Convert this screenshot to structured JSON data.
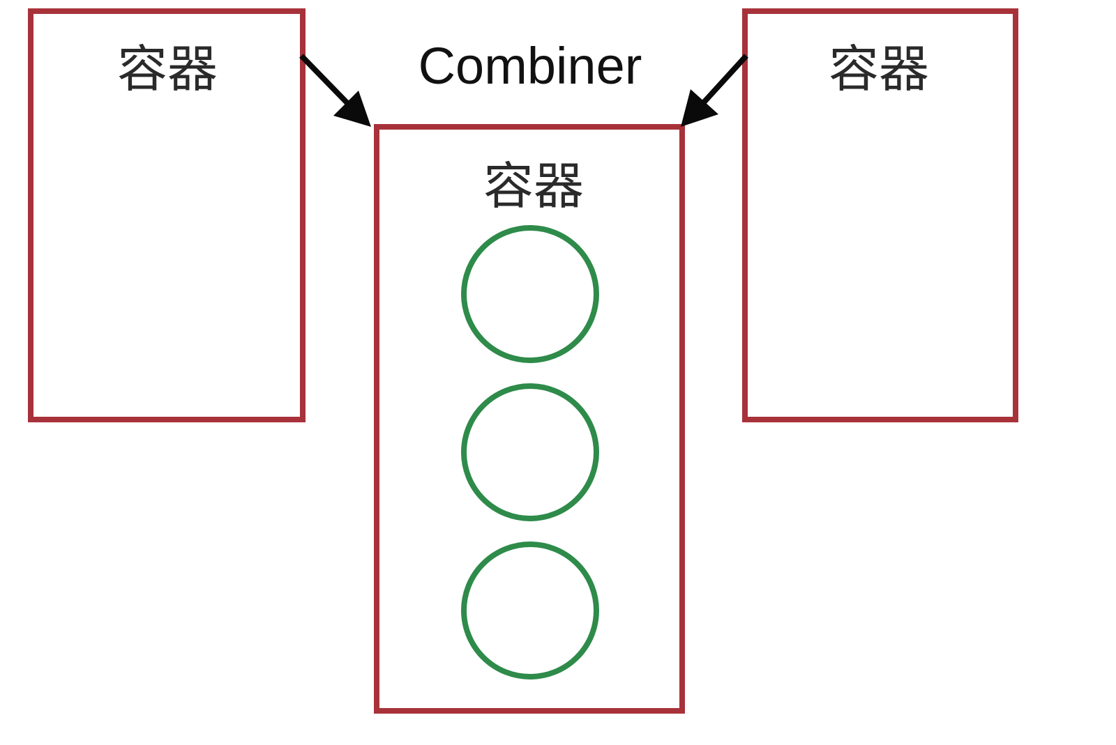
{
  "diagram": {
    "title": "Combiner",
    "colors": {
      "box_border": "#a8323a",
      "circle_stroke": "#2e8b4a",
      "arrow": "#0a0a0a",
      "text": "#1a1a1a"
    },
    "left_container": {
      "label": "容器"
    },
    "right_container": {
      "label": "容器"
    },
    "center_container": {
      "label": "容器",
      "items": [
        {
          "shape": "circle"
        },
        {
          "shape": "circle"
        },
        {
          "shape": "circle"
        }
      ]
    },
    "arrows": [
      {
        "from": "left_container",
        "to": "center_container"
      },
      {
        "from": "right_container",
        "to": "center_container"
      }
    ]
  }
}
